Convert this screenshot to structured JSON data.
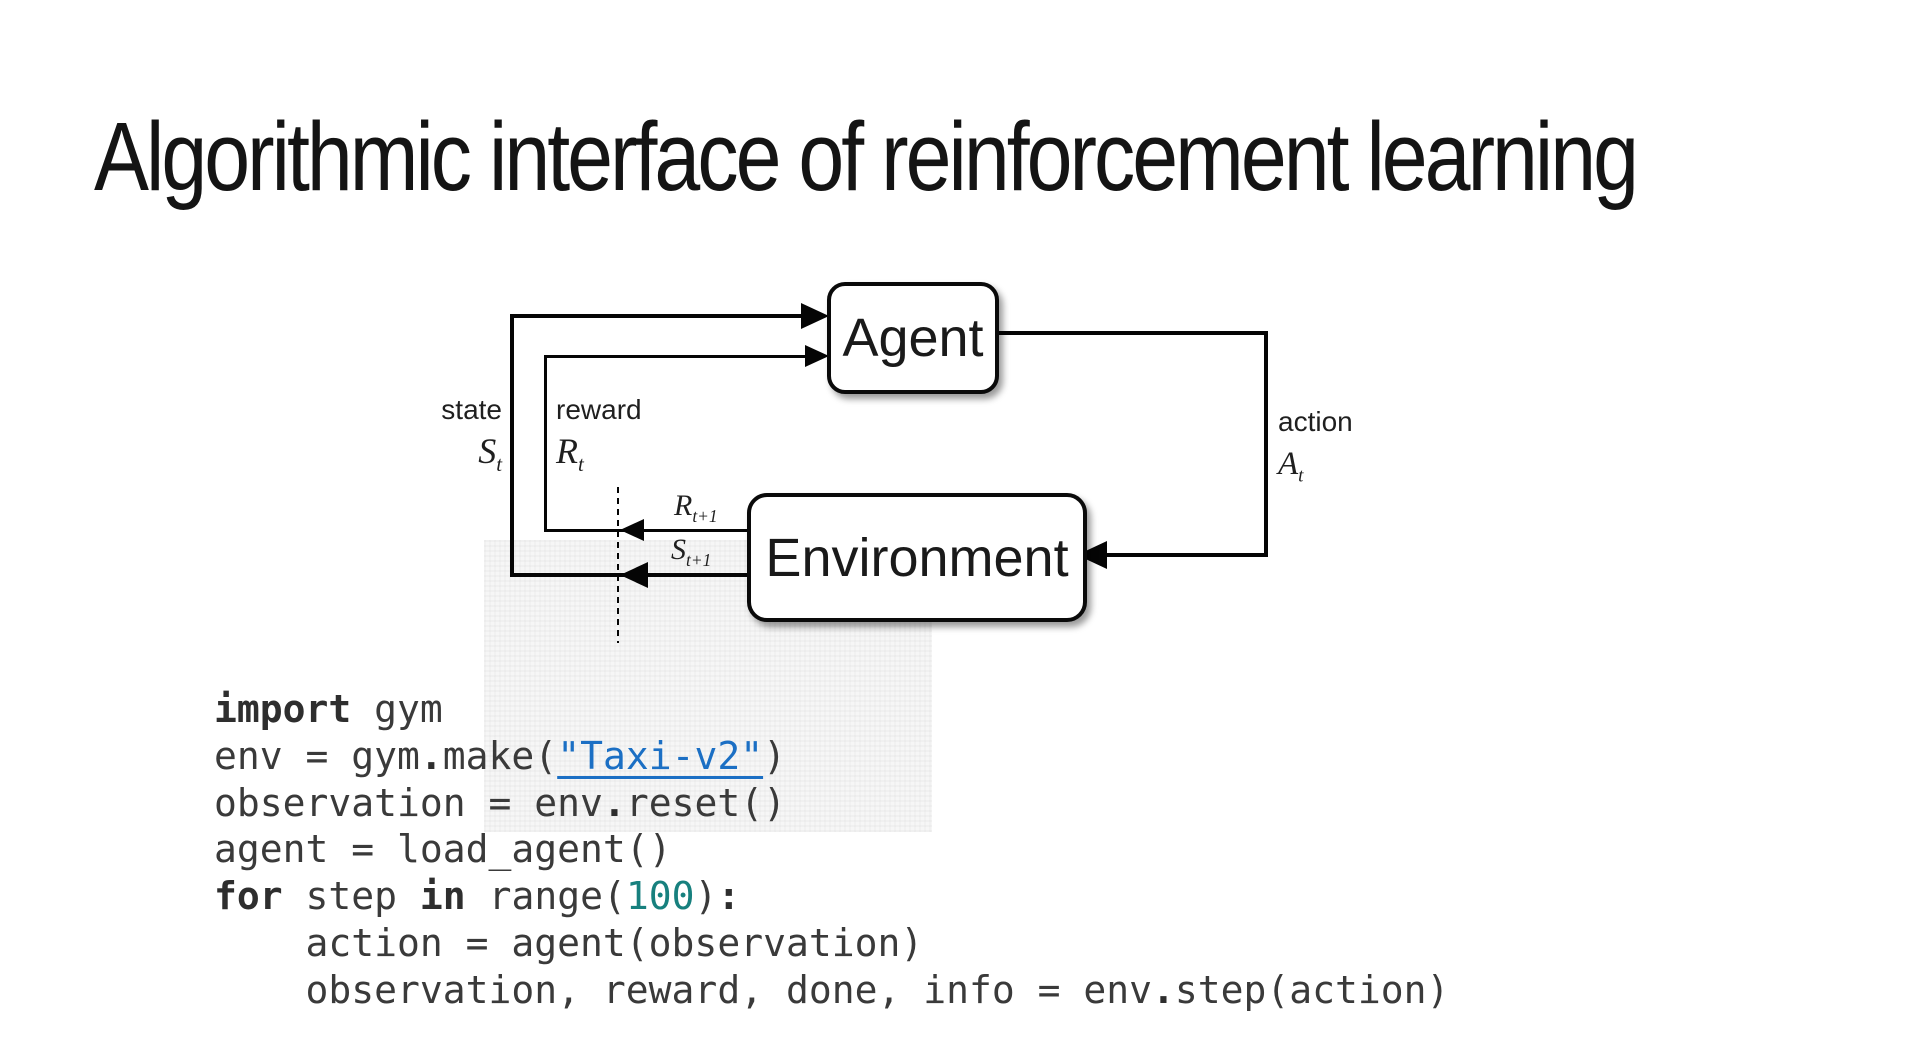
{
  "slide": {
    "title": "Algorithmic interface of reinforcement learning"
  },
  "diagram": {
    "agent_label": "Agent",
    "environment_label": "Environment",
    "state": {
      "label": "state",
      "symbol": "S",
      "sub": "t"
    },
    "reward": {
      "label": "reward",
      "symbol": "R",
      "sub": "t"
    },
    "action": {
      "label": "action",
      "symbol": "A",
      "sub": "t"
    },
    "next_reward": {
      "symbol": "R",
      "sub": "t+1"
    },
    "next_state": {
      "symbol": "S",
      "sub": "t+1"
    }
  },
  "code": {
    "lines": [
      [
        [
          "kw",
          "import"
        ],
        [
          "pl",
          " gym"
        ]
      ],
      [
        [
          "pl",
          "env = gym"
        ],
        [
          "op",
          "."
        ],
        [
          "pl",
          "make("
        ],
        [
          "str",
          "\"Taxi-v2\""
        ],
        [
          "pl",
          ")"
        ]
      ],
      [
        [
          "pl",
          "observation = env"
        ],
        [
          "op",
          "."
        ],
        [
          "pl",
          "reset()"
        ]
      ],
      [
        [
          "pl",
          "agent = load_agent()"
        ]
      ],
      [
        [
          "kw",
          "for"
        ],
        [
          "pl",
          " step "
        ],
        [
          "kw",
          "in"
        ],
        [
          "pl",
          " range("
        ],
        [
          "num",
          "100"
        ],
        [
          "pl",
          ")"
        ],
        [
          "op",
          ":"
        ]
      ],
      [
        [
          "pl",
          "    action = agent(observation)"
        ]
      ],
      [
        [
          "pl",
          "    observation, reward, done, info = env"
        ],
        [
          "op",
          "."
        ],
        [
          "pl",
          "step(action)"
        ]
      ]
    ]
  },
  "colors": {
    "string_link": "#1b6fc4",
    "number": "#17807e",
    "code_text": "#3a3a3a",
    "line_black": "#050505"
  }
}
